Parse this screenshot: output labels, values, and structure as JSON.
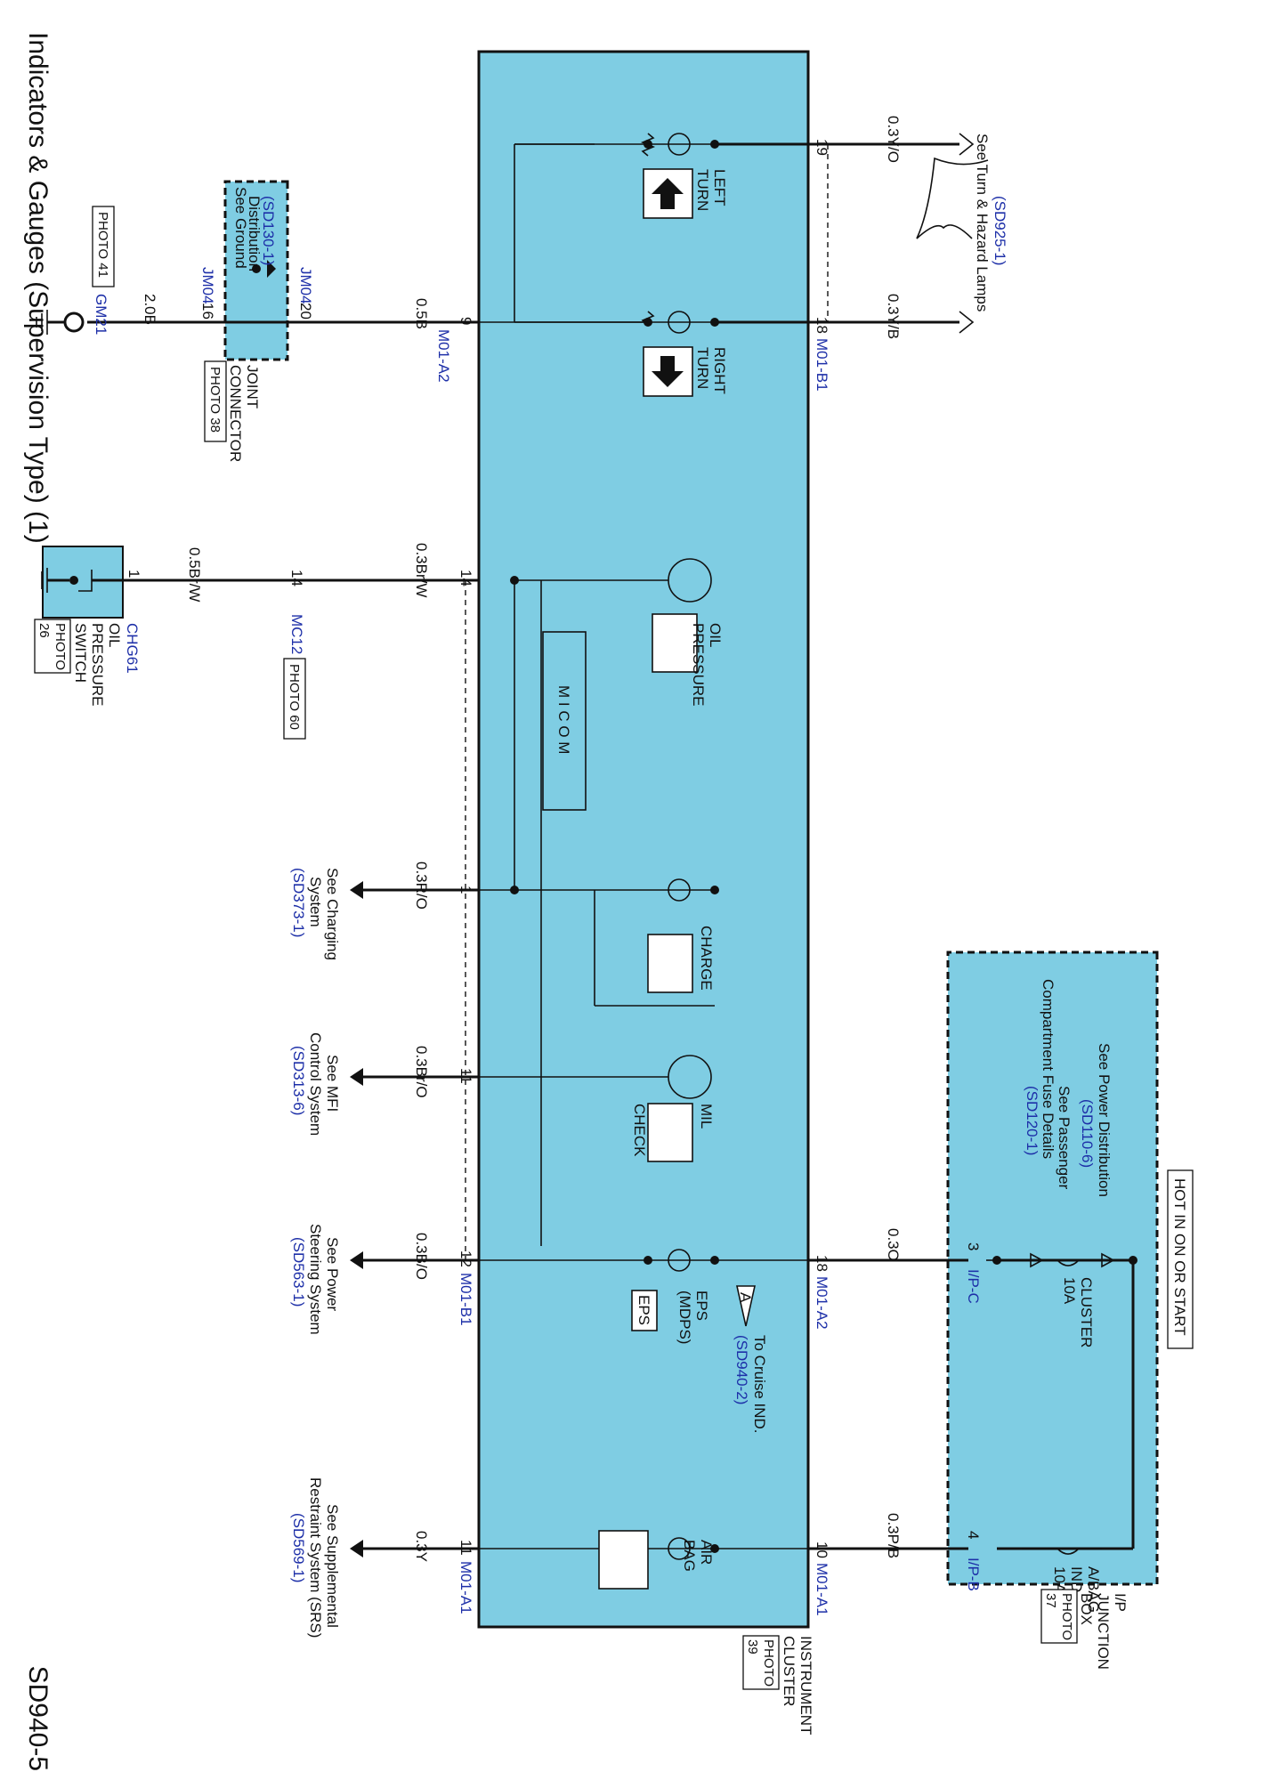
{
  "header": {
    "title": "Indicators & Gauges (Supervision Type) (1)",
    "page_code": "SD940-5"
  },
  "instrument_cluster": {
    "label_line1": "INSTRUMENT",
    "label_line2": "CLUSTER",
    "photo_line1": "PHOTO",
    "photo_line2": "39",
    "color": "#7fcde3"
  },
  "ip_junction_box": {
    "label_line1": "I/P",
    "label_line2": "JUNCTION",
    "label_line3": "BOX",
    "photo_line1": "PHOTO",
    "photo_line2": "37",
    "hot_label": "HOT IN ON OR START",
    "power_ref_text": "See Power Distribution",
    "power_ref_code": "(SD110-6)",
    "fuse_ref_line1": "See Passenger",
    "fuse_ref_line2": "Compartment Fuse Details",
    "fuse_ref_code": "(SD120-1)",
    "fuse1_line1": "CLUSTER",
    "fuse1_line2": "10A",
    "fuse2_line1": "A/BAG",
    "fuse2_line2": "IND",
    "fuse2_line3": "10A",
    "pin1": "3",
    "conn1": "I/P-C",
    "pin2": "4",
    "conn2": "I/P-B"
  },
  "indicators": {
    "left_turn_line1": "LEFT",
    "left_turn_line2": "TURN",
    "right_turn_line1": "RIGHT",
    "right_turn_line2": "TURN",
    "oil_pressure_line1": "OIL",
    "oil_pressure_line2": "PRESSURE",
    "micom": "M I C O M",
    "charge": "CHARGE",
    "mil_line1": "MIL",
    "mil_line2": "CHECK",
    "eps_line1": "EPS",
    "eps_line2": "(MDPS)",
    "eps_badge": "EPS",
    "cruise_letter": "A",
    "cruise_line1": "To Cruise IND.",
    "cruise_code": "(SD940-2)",
    "airbag_line1": "AIR",
    "airbag_line2": "BAG"
  },
  "top_side": {
    "wire1": "0.3Y/O",
    "pin19": "19",
    "wire2": "0.3Y/B",
    "pin18": "18",
    "conn": "M01-B1",
    "ref_text": "See Turn & Hazard Lamps",
    "ref_code": "(SD925-1)",
    "wire3": "0.3O",
    "pin18b": "18",
    "conn_b": "M01-A2",
    "wire4": "0.3P/B",
    "pin10": "10",
    "conn_c": "M01-A1"
  },
  "bottom_side": {
    "pin9": "9",
    "conn9": "M01-A2",
    "wire9": "0.5B",
    "pin14": "14",
    "wire14": "0.3Br/W",
    "pin1": "1",
    "wire1": "0.3R/O",
    "ref1_line1": "See Charging",
    "ref1_line2": "System",
    "ref1_code": "(SD373-1)",
    "pin11": "11",
    "wire11": "0.3Br/O",
    "ref11_line1": "See MFI",
    "ref11_line2": "Control System",
    "ref11_code": "(SD313-6)",
    "pin12": "12",
    "conn12": "M01-B1",
    "wire12": "0.3B/O",
    "ref12_line1": "See Power",
    "ref12_line2": "Steering System",
    "ref12_code": "(SD563-1)",
    "pin11b": "11",
    "conn11b": "M01-A1",
    "wire11b": "0.3Y",
    "ref11b_line1": "See Supplemental",
    "ref11b_line2": "Restraint System (SRS)",
    "ref11b_code": "(SD569-1)"
  },
  "ground": {
    "box_line1": "See Ground",
    "box_line2": "Distribution",
    "box_code": "(SD130-1)",
    "pin20": "20",
    "jm04_a": "JM04",
    "pin16": "16",
    "jm04_b": "JM04",
    "joint_line1": "JOINT",
    "joint_line2": "CONNECTOR",
    "joint_photo": "PHOTO 38",
    "wire_gnd": "2.0B",
    "gnd_id": "GM21",
    "gnd_photo": "PHOTO 41"
  },
  "oil_switch": {
    "pin_switch": "1",
    "conn_switch": "CHG61",
    "wire": "0.5Br/W",
    "pin_mc": "14",
    "conn_mc": "MC12",
    "mc_photo": "PHOTO 60",
    "label_line1": "OIL",
    "label_line2": "PRESSURE",
    "label_line3": "SWITCH",
    "photo_line1": "PHOTO",
    "photo_line2": "26"
  }
}
